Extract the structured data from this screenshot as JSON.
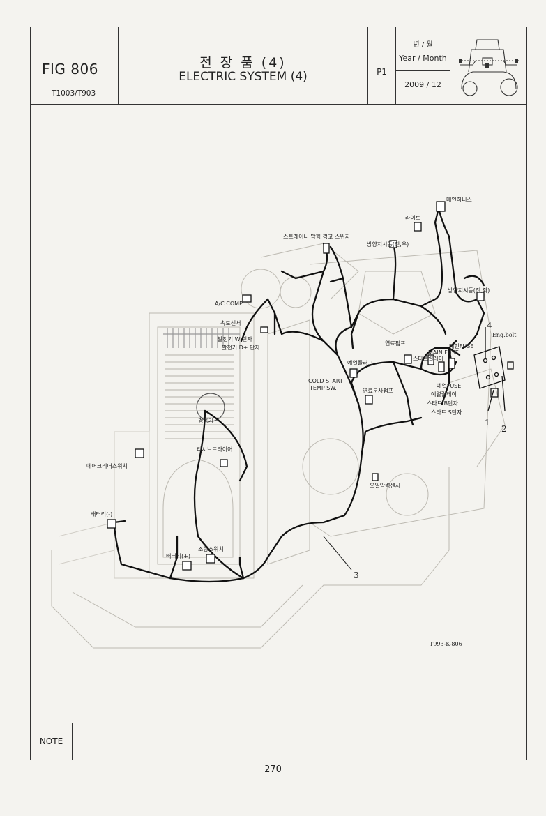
{
  "header": {
    "fig_no": "FIG 806",
    "model": "T1003/T903",
    "title_ko": "전 장 품 (4)",
    "title_en": "ELECTRIC SYSTEM (4)",
    "page_code": "P1",
    "date_label_ko": "년 / 월",
    "date_label_en": "Year / Month",
    "date_value": "2009 / 12"
  },
  "diagram": {
    "drawing_code": "T993-K-806",
    "labels": {
      "main_harness": "메인하니스",
      "light": "라이트",
      "strainer_warning_sw": "스트레이너 막힘 경고 스위치",
      "turn_signal_rear": "방향지시등(전,우)",
      "turn_signal_front": "방향지시등(전,좌)",
      "ac_comp": "A/C COMP",
      "speed_sensor": "속도센서",
      "alt_w_terminal": "발전기 W 단자",
      "alt_d_terminal": "발전기 D+ 단자",
      "fuel_pump": "연료펌프",
      "main_fuse_ko": "메인FUSE",
      "main_fuse_en": "MAIN FUSE",
      "starter_relay": "스타트릴레이",
      "glow_plug": "예열플러그",
      "cold_start_1": "COLD START",
      "cold_start_2": "TEMP SW.",
      "injection_pump": "연료분사펌프",
      "preheat_fuse": "예열FUSE",
      "preheat_relay": "예열릴레이",
      "starter_b": "스타트 B단자",
      "starter_s": "스타트 S단자",
      "eng_bolt": "Eng.bolt",
      "horn": "경음기",
      "receiver_drier": "리시브드라이어",
      "aircleaner_sw": "에어크리너스위치",
      "oil_pressure_sensor": "오일압력센서",
      "battery_minus": "배터리(-)",
      "battery_plus": "배터리(+)",
      "steering_sw": "조향스위치"
    },
    "callouts": [
      "1",
      "2",
      "3",
      "4"
    ]
  },
  "footer": {
    "note_label": "NOTE",
    "note_text": ""
  },
  "page_number": "270"
}
